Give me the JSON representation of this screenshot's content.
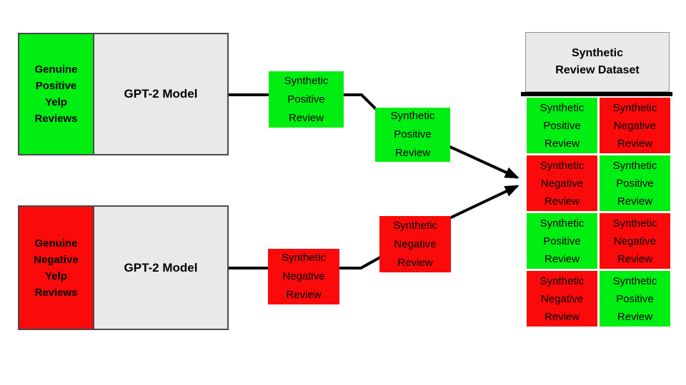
{
  "colors": {
    "positive": "#00ee11",
    "negative": "#fa0a0a",
    "model_fill": "#e9e9e9",
    "header_fill": "#e9e9e9",
    "connector": "#000000"
  },
  "top_pipeline": {
    "source": {
      "lines": [
        "Genuine",
        "Positive",
        "Yelp",
        "Reviews"
      ]
    },
    "model_label": "GPT-2 Model",
    "outputs": [
      {
        "lines": [
          "Synthetic",
          "Positive",
          "Review"
        ]
      },
      {
        "lines": [
          "Synthetic",
          "Positive",
          "Review"
        ]
      }
    ]
  },
  "bottom_pipeline": {
    "source": {
      "lines": [
        "Genuine",
        "Negative",
        "Yelp",
        "Reviews"
      ]
    },
    "model_label": "GPT-2 Model",
    "outputs": [
      {
        "lines": [
          "Synthetic",
          "Negative",
          "Review"
        ]
      },
      {
        "lines": [
          "Synthetic",
          "Negative",
          "Review"
        ]
      }
    ]
  },
  "dataset": {
    "title_lines": [
      "Synthetic",
      "Review Dataset"
    ],
    "cells": [
      {
        "sentiment": "positive",
        "lines": [
          "Synthetic",
          "Positive",
          "Review"
        ]
      },
      {
        "sentiment": "negative",
        "lines": [
          "Synthetic",
          "Negative",
          "Review"
        ]
      },
      {
        "sentiment": "negative",
        "lines": [
          "Synthetic",
          "Negative",
          "Review"
        ]
      },
      {
        "sentiment": "positive",
        "lines": [
          "Synthetic",
          "Positive",
          "Review"
        ]
      },
      {
        "sentiment": "positive",
        "lines": [
          "Synthetic",
          "Positive",
          "Review"
        ]
      },
      {
        "sentiment": "negative",
        "lines": [
          "Synthetic",
          "Negative",
          "Review"
        ]
      },
      {
        "sentiment": "negative",
        "lines": [
          "Synthetic",
          "Negative",
          "Review"
        ]
      },
      {
        "sentiment": "positive",
        "lines": [
          "Synthetic",
          "Positive",
          "Review"
        ]
      }
    ]
  }
}
